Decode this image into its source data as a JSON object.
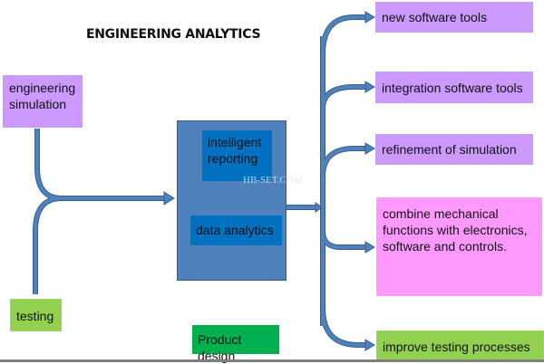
{
  "title": "ENGINEERING ANALYTICS",
  "inputs": [
    {
      "label": "engineering simulation"
    },
    {
      "label": "testing"
    }
  ],
  "core": {
    "items": [
      {
        "label": "intelligent reporting"
      },
      {
        "label": "data analytics"
      }
    ]
  },
  "outputs": [
    {
      "label": "new software tools"
    },
    {
      "label": "integration software tools"
    },
    {
      "label": "refinement of simulation"
    },
    {
      "label": "combine mechanical functions with electronics, software and controls."
    },
    {
      "label": "improve testing processes"
    }
  ],
  "footer_label": "Product design",
  "watermark": "HB-SET.COM",
  "colors": {
    "arrow": "#4f81bd",
    "arrow_stroke": "#385d8a",
    "purple": "#cc99ff",
    "pink": "#ff99ff",
    "light_green": "#92d050",
    "dark_green": "#00b050",
    "core": "#4f81bd",
    "core_inner": "#0070c0"
  }
}
